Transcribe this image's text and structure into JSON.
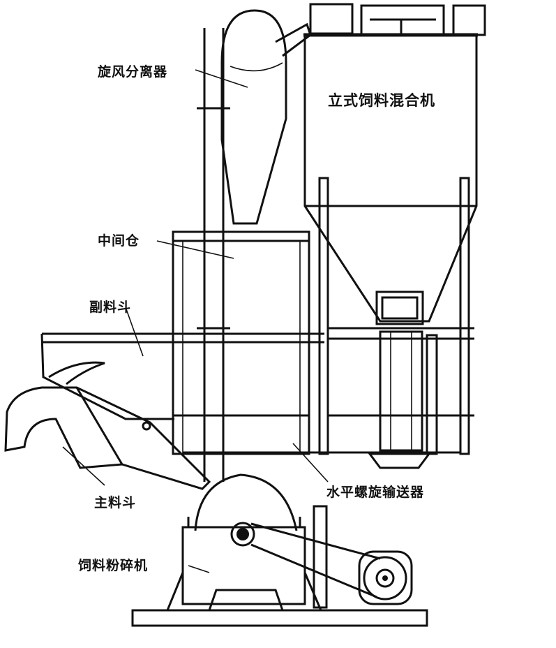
{
  "labels": {
    "cyclone": "旋风分离器",
    "mixer": "立式饲料混合机",
    "bin": "中间仓",
    "aux_hopper": "副料斗",
    "main_hopper": "主料斗",
    "conveyor": "水平螺旋输送器",
    "crusher": "饲料粉碎机"
  }
}
